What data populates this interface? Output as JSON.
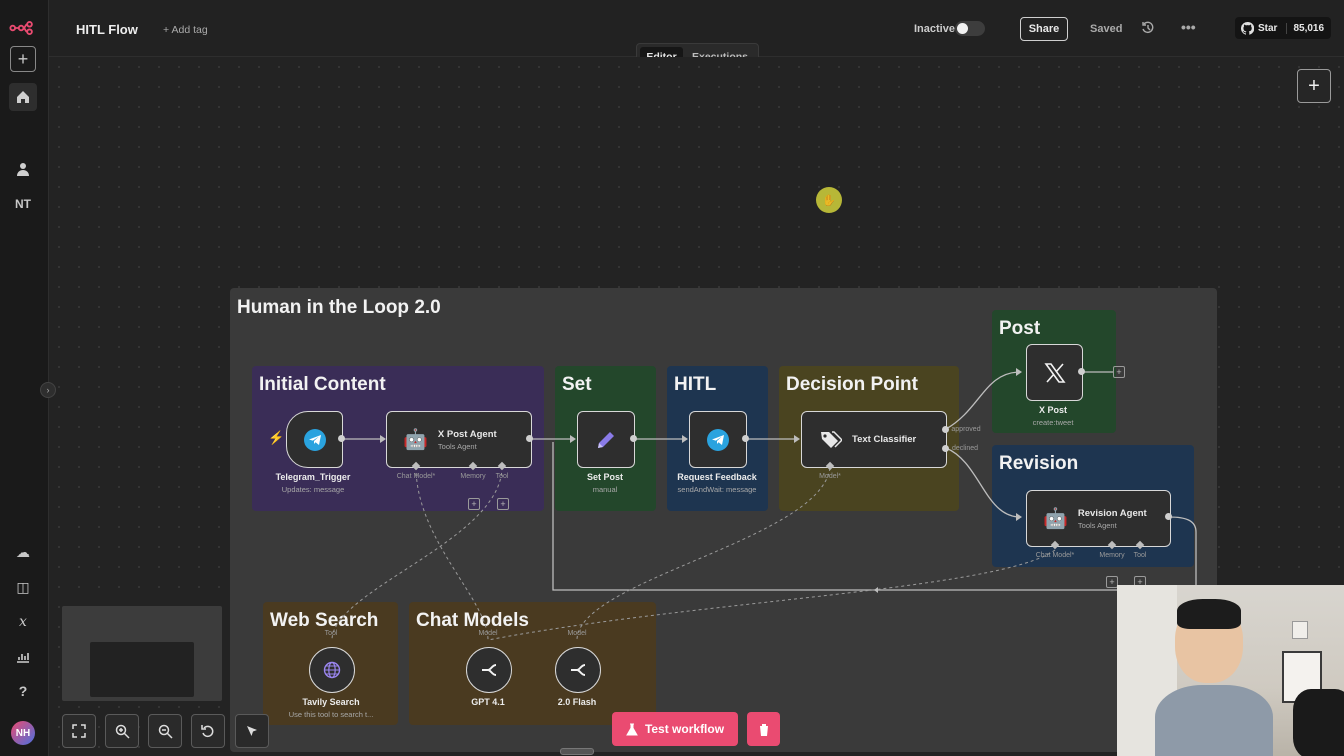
{
  "header": {
    "title": "HITL Flow",
    "add_tag": "+ Add tag",
    "tabs": [
      {
        "label": "Editor"
      },
      {
        "label": "Executions"
      }
    ],
    "inactive_label": "Inactive",
    "share_label": "Share",
    "saved_label": "Saved",
    "star_label": "Star",
    "star_count": "85,016"
  },
  "sidebar": {
    "user_initials": "NT",
    "avatar_initials": "NH"
  },
  "workflow": {
    "group_title": "Human in the Loop 2.0",
    "stickies": {
      "initial": "Initial Content",
      "set": "Set",
      "hitl": "HITL",
      "decision": "Decision Point",
      "post": "Post",
      "revision": "Revision",
      "web_search": "Web Search",
      "chat_models": "Chat Models"
    },
    "nodes": {
      "telegram_trigger": {
        "name": "Telegram_Trigger",
        "sub": "Updates: message"
      },
      "x_post_agent": {
        "name": "X Post Agent",
        "sub": "Tools Agent"
      },
      "set_post": {
        "name": "Set Post",
        "sub": "manual"
      },
      "request_feedback": {
        "name": "Request Feedback",
        "sub": "sendAndWait: message"
      },
      "text_classifier": {
        "name": "Text Classifier"
      },
      "x_post": {
        "name": "X Post",
        "sub": "create:tweet"
      },
      "revision_agent": {
        "name": "Revision Agent",
        "sub": "Tools Agent"
      },
      "tavily_search": {
        "name": "Tavily Search",
        "sub": "Use this tool to search t..."
      },
      "gpt41": {
        "name": "GPT 4.1"
      },
      "flash": {
        "name": "2.0 Flash"
      }
    },
    "ports": {
      "chat_model": "Chat Model*",
      "memory": "Memory",
      "tool": "Tool",
      "model": "Model*",
      "model_plain": "Model",
      "approved": "approved",
      "declined": "declined"
    }
  },
  "footer": {
    "test_label": "Test workflow"
  },
  "colors": {
    "accent": "#ea4b71",
    "purple": "#3a2d57",
    "green": "#23472b",
    "blue": "#1e3550",
    "olive": "#4a4420",
    "brown": "#4a3a20"
  }
}
